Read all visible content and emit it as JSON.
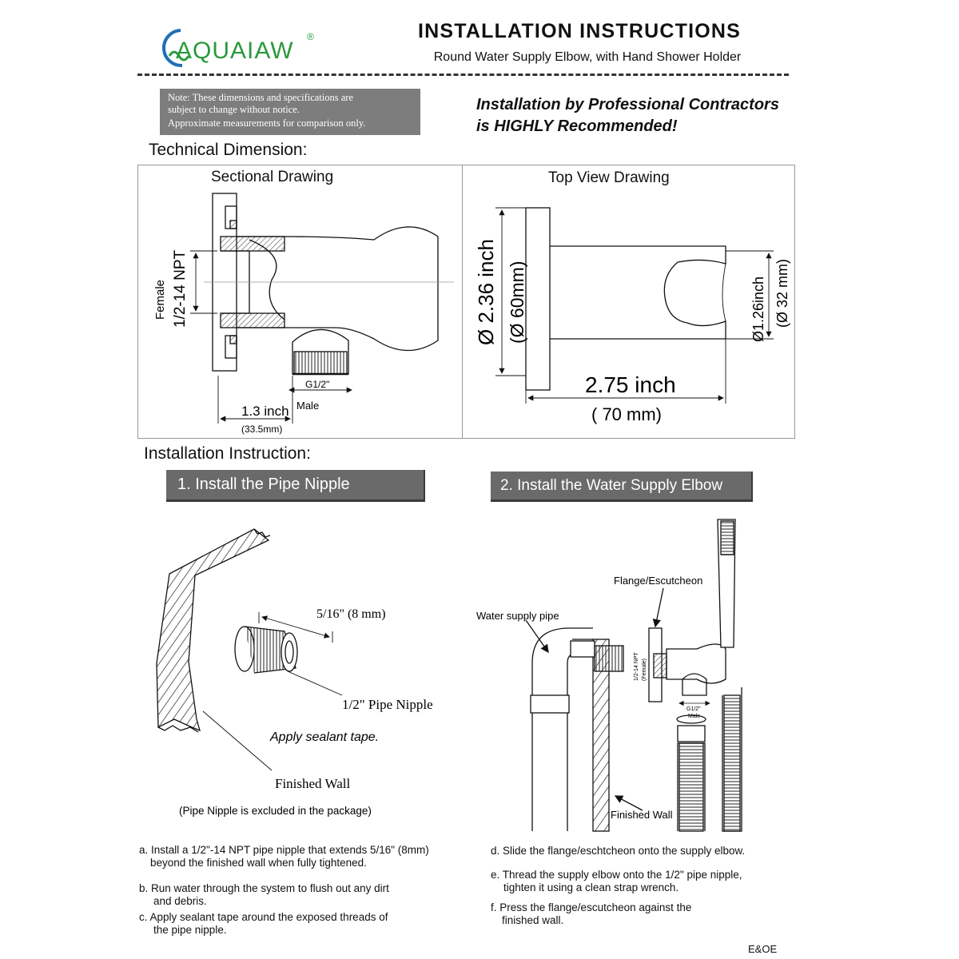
{
  "logo": {
    "text": "AQUAIAW",
    "reg": "®"
  },
  "header": {
    "title": "INSTALLATION INSTRUCTIONS",
    "subtitle": "Round Water Supply Elbow, with Hand Shower Holder"
  },
  "note": {
    "line1": "Note: These dimensions and specifications are",
    "line2": "subject to change without notice.",
    "line3": "Approximate measurements for comparison only."
  },
  "notice": {
    "line1": "Installation by Professional Contractors",
    "line2": "is HIGHLY Recommended!"
  },
  "technical": {
    "heading": "Technical Dimension:",
    "sectional_title": "Sectional Drawing",
    "top_title": "Top View Drawing",
    "sectional": {
      "female_label": "Female",
      "npt_label": "1/2-14 NPT",
      "g_label": "G1/2\"",
      "male_label": "Male",
      "depth_inch": "1.3 inch",
      "depth_mm": "(33.5mm)"
    },
    "top": {
      "dia_inch": "Ø 2.36 inch",
      "dia_mm": "(Ø 60mm)",
      "holder_inch": "Ø1.26inch",
      "holder_mm": "(Ø 32 mm)",
      "length_inch": "2.75 inch",
      "length_mm": "( 70 mm)"
    }
  },
  "installation": {
    "heading": "Installation Instruction:",
    "step1": "1. Install the Pipe Nipple",
    "step2": "2. Install the Water Supply Elbow",
    "fig1": {
      "dim": "5/16\" (8 mm)",
      "nipple": "1/2\" Pipe Nipple",
      "sealant": "Apply sealant tape.",
      "wall": "Finished Wall",
      "excluded": "(Pipe Nipple is excluded in the package)"
    },
    "fig2": {
      "flange": "Flange/Escutcheon",
      "supply_pipe": "Water supply pipe",
      "wall": "Finished Wall",
      "npt": "1/2-14 NPT",
      "female": "(Female)",
      "g": "G1/2\"",
      "male": "Male"
    }
  },
  "instructions": {
    "a1": "a. Install a 1/2\"-14 NPT pipe nipple that extends 5/16\" (8mm)",
    "a2": "beyond the finished wall when fully tightened.",
    "b1": "b. Run water through the system to flush out any dirt",
    "b2": "and debris.",
    "c1": "c. Apply sealant tape around the exposed threads of",
    "c2": "the pipe nipple.",
    "d1": "d. Slide the flange/eschtcheon onto the supply elbow.",
    "e1": "e. Thread the supply elbow onto the 1/2\" pipe nipple,",
    "e2": "tighten it using a clean strap wrench.",
    "f1": "f. Press the flange/escutcheon against the",
    "f2": "finished wall."
  },
  "footer": {
    "eoe": "E&OE"
  },
  "colors": {
    "logo_green": "#2a9a3c",
    "logo_blue": "#1e6fb8",
    "note_gray": "#7d7d7d",
    "button_gray": "#6a6a6a"
  }
}
